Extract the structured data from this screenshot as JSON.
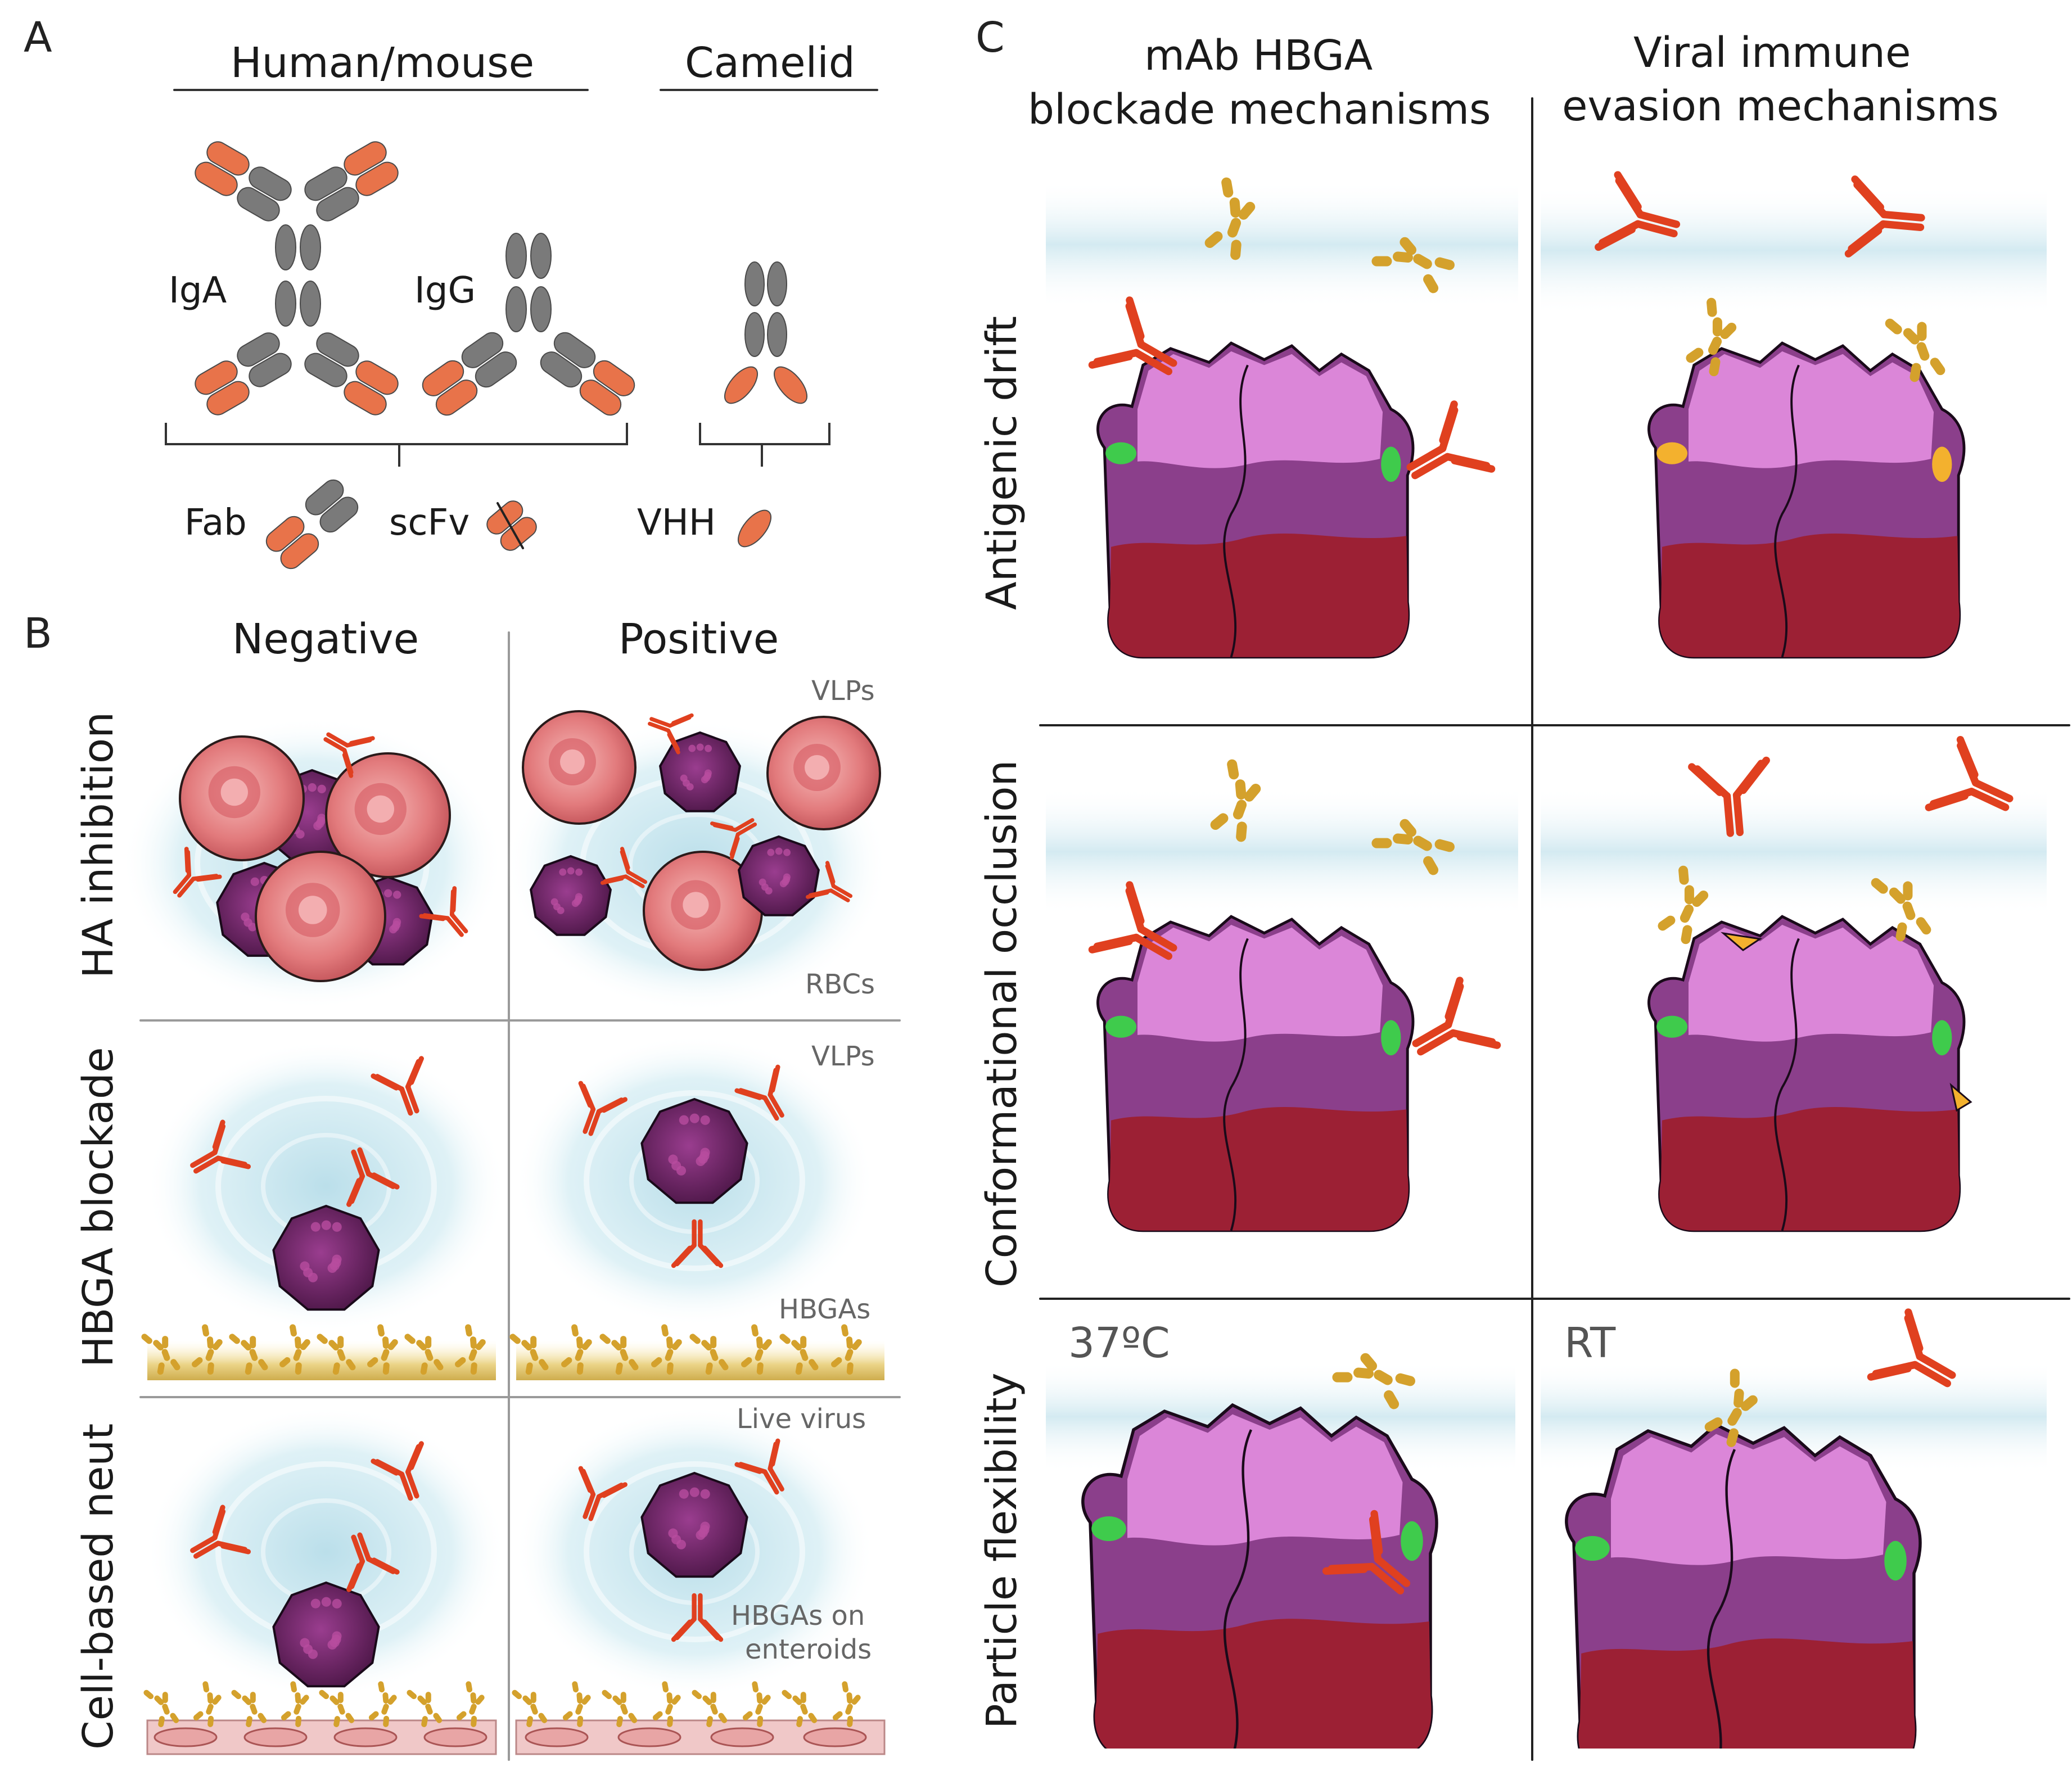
{
  "panel_a": {
    "letter": "A",
    "group_human": "Human/mouse",
    "group_camelid": "Camelid",
    "iga": "IgA",
    "igg": "IgG",
    "fab": "Fab",
    "scfv": "scFv",
    "vhh": "VHH"
  },
  "panel_b": {
    "letter": "B",
    "col_negative": "Negative",
    "col_positive": "Positive",
    "row_ha": "HA inhibition",
    "row_hbga": "HBGA blockade",
    "row_cell": "Cell-based neut",
    "label_vlps_1": "VLPs",
    "label_rbcs": "RBCs",
    "label_vlps_2": "VLPs",
    "label_hbgas": "HBGAs",
    "label_live_virus": "Live virus",
    "label_hbgas_enteroids_1": "HBGAs on",
    "label_hbgas_enteroids_2": "enteroids"
  },
  "panel_c": {
    "letter": "C",
    "col_left_1": "mAb HBGA",
    "col_left_2": "blockade mechanisms",
    "col_right_1": "Viral immune",
    "col_right_2": "evasion mechanisms",
    "row_drift": "Antigenic drift",
    "row_occlusion": "Conformational occlusion",
    "row_flex": "Particle flexibility",
    "temp_left": "37ºC",
    "temp_right": "RT"
  },
  "colors": {
    "antibody_constant": "#7a7a7a",
    "antibody_variable": "#e8734a",
    "mab": "#e0401f",
    "hbga": "#d4a12c",
    "rbc": "#e27a7c",
    "vlp": "#5e1e58",
    "capsid_light": "#e38ee0",
    "capsid_mid": "#8b3f8b",
    "capsid_dark": "#9c2034",
    "epitope_green": "#3fcb4c",
    "epitope_yellow": "#f3b12e",
    "fluid": "#cfe9f1",
    "grid_line": "#9a9a9a"
  }
}
